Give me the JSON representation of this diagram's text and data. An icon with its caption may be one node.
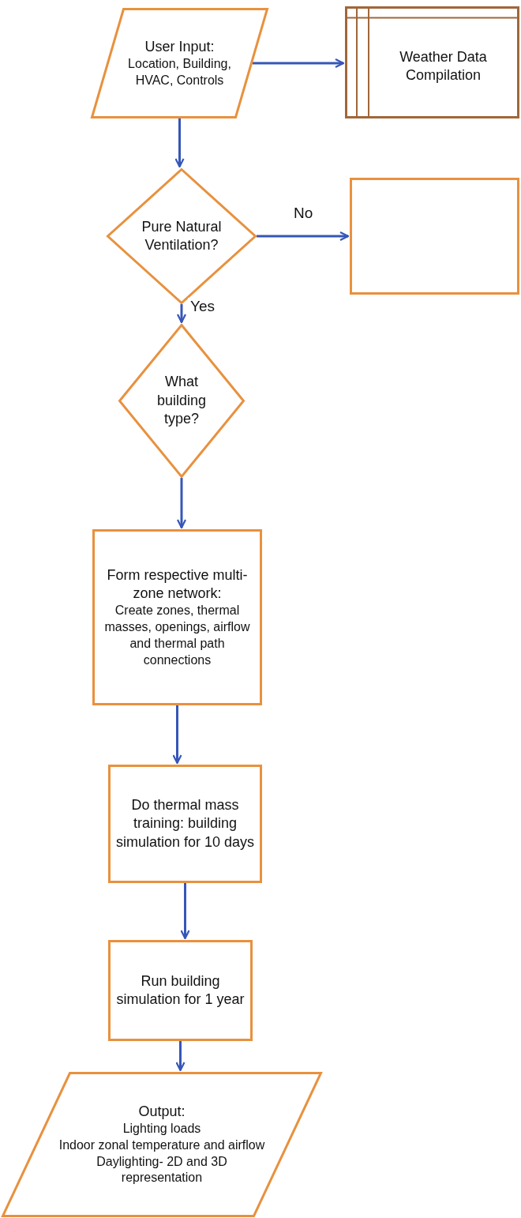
{
  "diagram": {
    "nodes": [
      {
        "text": [
          "User Input:",
          "Location, Building, HVAC, Controls"
        ]
      },
      {
        "text": [
          "Weather Data Compilation"
        ]
      },
      {
        "text": [
          "Pure Natural Ventilation?"
        ]
      },
      {
        "text": [],
        "shape": "box"
      },
      {
        "text": [
          "What building type?"
        ]
      },
      {
        "text": [
          "Form respective multi-zone network:",
          "Create zones, thermal masses, openings, airflow and thermal path connections"
        ]
      },
      {
        "text": [
          "Do thermal mass training: building simulation for 10 days"
        ]
      },
      {
        "text": [
          "Run building simulation for 1 year"
        ]
      },
      {
        "text": [
          "Output:",
          "Lighting loads",
          "Indoor zonal temperature and airflow",
          "Daylighting- 2D and 3D representation"
        ]
      }
    ],
    "edges": [
      {
        "from": 0,
        "to": 1,
        "arrow": "to"
      },
      {
        "from": 0,
        "to": 2,
        "arrow": "to"
      },
      {
        "from": 2,
        "to": 3,
        "arrow": "to",
        "label": "No"
      },
      {
        "from": 2,
        "to": 4,
        "arrow": "to",
        "label": "Yes"
      },
      {
        "from": 4,
        "to": 5,
        "arrow": "to"
      },
      {
        "from": 5,
        "to": 6,
        "arrow": "to"
      },
      {
        "from": 6,
        "to": 7,
        "arrow": "to"
      },
      {
        "from": 7,
        "to": 8,
        "arrow": "to"
      }
    ]
  }
}
